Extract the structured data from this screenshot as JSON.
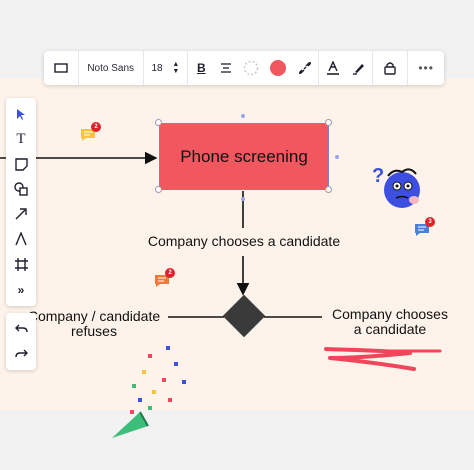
{
  "toolbar": {
    "font_name": "Noto Sans",
    "font_size": "18",
    "fill_color": "#f0575f",
    "icons": [
      "rectangle-icon",
      "bold-icon",
      "align-center-icon",
      "border-style-icon",
      "fill-color-icon",
      "link-icon",
      "text-color-icon",
      "highlighter-icon",
      "lock-icon",
      "more-icon"
    ]
  },
  "left_toolbar": {
    "tools": [
      "select-icon",
      "text-icon",
      "sticky-note-icon",
      "shapes-icon",
      "arrow-line-icon",
      "pen-icon",
      "frame-icon",
      "more-tools-icon"
    ],
    "history": [
      "undo-icon",
      "redo-icon"
    ]
  },
  "diagram": {
    "node_main": "Phone screening",
    "edge_down": "Company chooses a candidate",
    "edge_left": "Company / candidate\nrefuses",
    "edge_right": "Company chooses\na candidate",
    "node_main_color": "#f0575f",
    "decision_color": "#3a3a3a"
  },
  "comments": [
    {
      "count": "2",
      "color": "#f4c542"
    },
    {
      "count": "3",
      "color": "#4a7fe0"
    },
    {
      "count": "2",
      "color": "#f07a3a"
    }
  ],
  "colors": {
    "board": "#fdf3ea",
    "accent_pink": "#f0455a",
    "avatar_blue": "#3d4fe0"
  }
}
